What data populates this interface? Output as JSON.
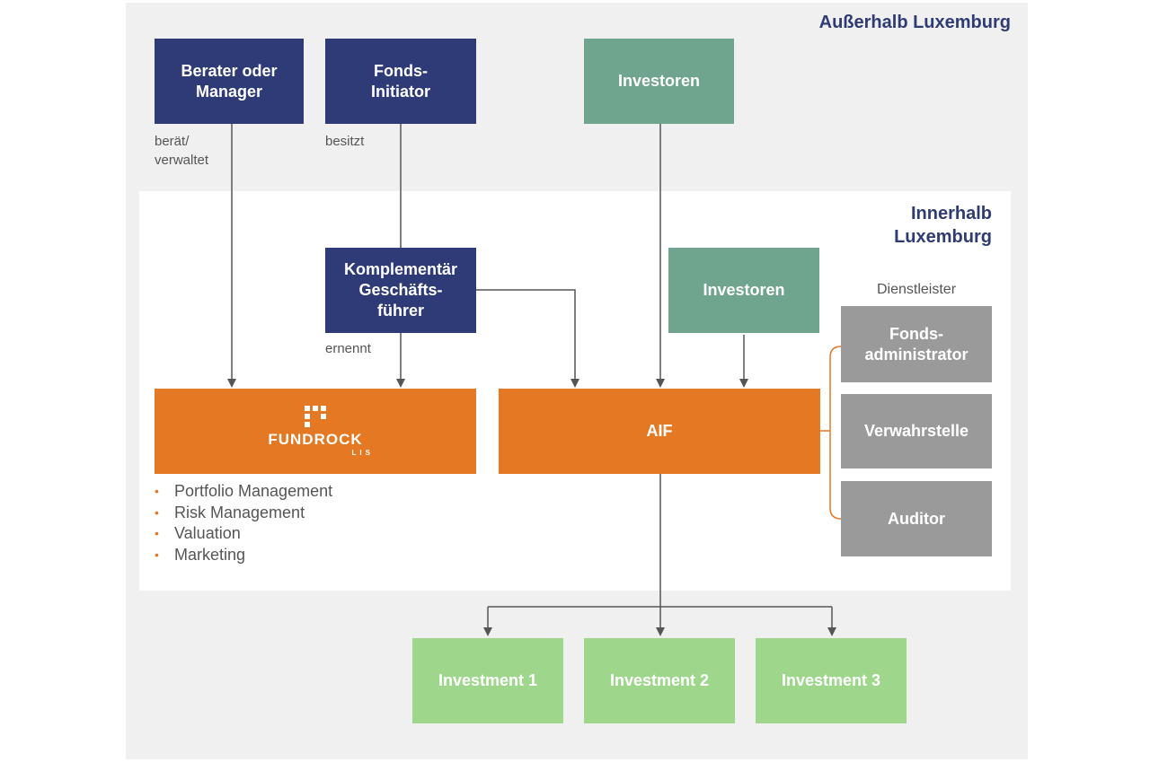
{
  "regions": {
    "outside": "Außerhalb Luxemburg",
    "inside": "Innerhalb\nLuxemburg"
  },
  "boxes": {
    "advisor": "Berater oder\nManager",
    "initiator": "Fonds-\nInitiator",
    "investors_outside": "Investoren",
    "general_partner": "Komplementär\nGeschäfts-\nführer",
    "investors_inside": "Investoren",
    "aif": "AIF",
    "fund_administrator": "Fonds-\nadministrator",
    "depositary": "Verwahrstelle",
    "auditor": "Auditor",
    "investment_1": "Investment 1",
    "investment_2": "Investment 2",
    "investment_3": "Investment 3"
  },
  "logo": {
    "name": "FUNDROCK",
    "sub": "LIS"
  },
  "relations": {
    "advises": "berät/\nverwaltet",
    "owns": "besitzt",
    "appoints": "ernennt",
    "service_providers": "Dienstleister"
  },
  "services": [
    "Portfolio Management",
    "Risk Management",
    "Valuation",
    "Marketing"
  ],
  "colors": {
    "navy": "#2f3b77",
    "teal": "#6fa48f",
    "orange": "#e57823",
    "grey": "#9a9a9a",
    "green": "#9ed78c",
    "arrow": "#555555"
  }
}
